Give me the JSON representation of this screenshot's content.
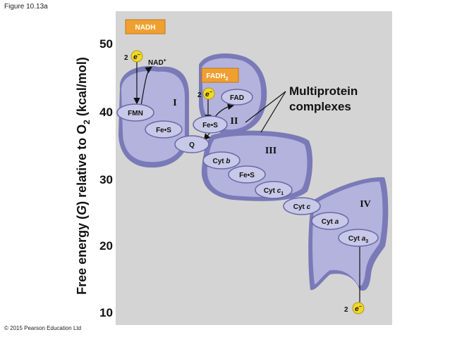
{
  "figure_title": "Figure 10.13a",
  "copyright": "© 2015 Pearson Education Ltd",
  "y_axis": {
    "label_pre": "Free energy (",
    "label_var": "G",
    "label_mid": ") relative to O",
    "label_sub": "2",
    "label_post": " (kcal/mol)",
    "ticks": [
      "50",
      "40",
      "30",
      "20",
      "10"
    ]
  },
  "inputs": {
    "nadh": "NADH",
    "nad": "NAD",
    "nad_sup": "+",
    "fadh_main": "FADH",
    "fadh_sub": "2",
    "fad": "FAD",
    "two": "2",
    "electron": "e",
    "electron_sup": "−"
  },
  "complex_labels": {
    "i": "I",
    "ii": "II",
    "iii": "III",
    "iv": "IV"
  },
  "callout": {
    "line1": "Multiprotein",
    "line2": "complexes"
  },
  "carriers": {
    "fmn": "FMN",
    "fes": "Fe•S",
    "q": "Q",
    "cyt": "Cyt",
    "b": "b",
    "c": "c",
    "a": "a",
    "sub1": "1",
    "sub3": "3"
  },
  "colors": {
    "complex_fill": "#b3b3dd",
    "complex_dark": "#7a7ab8",
    "carrier_fill": "#c8c8e8",
    "box_orange": "#f0a030",
    "electron_yellow": "#f0d828",
    "panel_gray": "#d4d4d4"
  }
}
